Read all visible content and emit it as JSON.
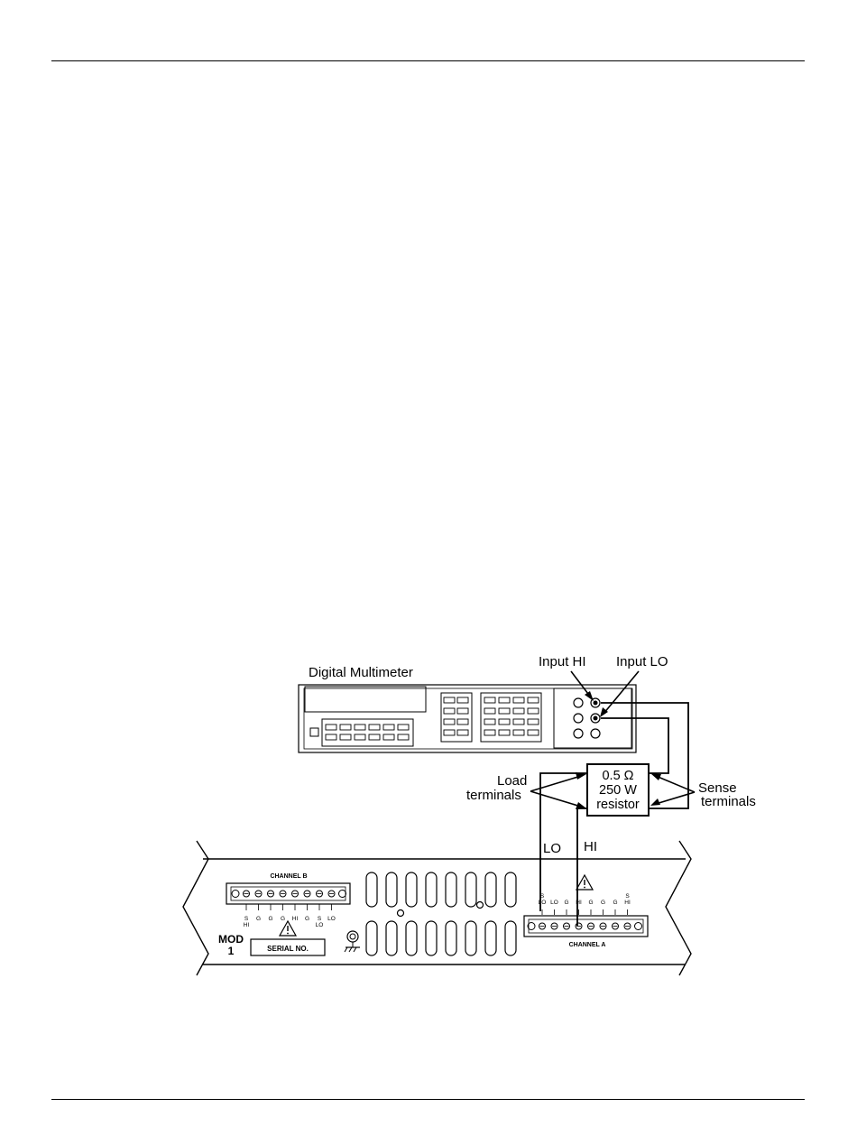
{
  "meter": {
    "title": "Digital Multimeter",
    "input_hi": "Input HI",
    "input_lo": "Input LO"
  },
  "resistor": {
    "line1": "0.5 Ω",
    "line2": "250 W",
    "line3": "resistor"
  },
  "labels": {
    "load_1": "Load",
    "load_2": "terminals",
    "sense_1": "Sense",
    "sense_2": "terminals",
    "lead_lo": "LO",
    "lead_hi": "HI"
  },
  "module": {
    "channel_b": "CHANNEL B",
    "channel_a": "CHANNEL A",
    "mod_1": "MOD",
    "mod_2": "1",
    "serial": "SERIAL NO.",
    "chb_pins_top": [
      "S",
      "G",
      "G",
      "G",
      "HI",
      "G",
      "S",
      "LO"
    ],
    "chb_pins_bottom": [
      "HI",
      "",
      "",
      "",
      "",
      "",
      "LO",
      ""
    ],
    "cha_pins_top": [
      "S",
      "",
      "",
      "",
      "",
      "",
      "",
      "S"
    ],
    "cha_pins_mid": [
      "LO",
      "LO",
      "G",
      "HI",
      "G",
      "G",
      "G",
      "HI"
    ]
  }
}
